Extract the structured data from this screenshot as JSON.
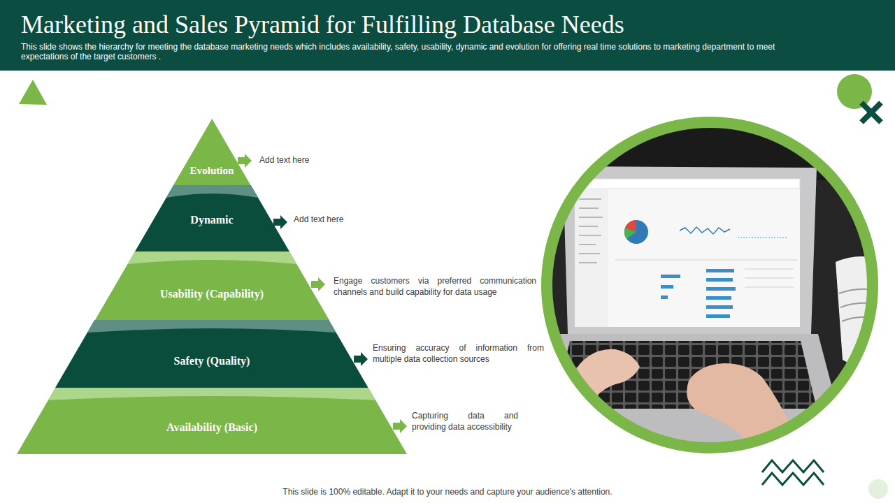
{
  "diagram": {
    "title": "Marketing and Sales Pyramid for Fulfilling Database Needs",
    "nodes": [
      {
        "text": [
          "Evolution"
        ]
      },
      {
        "text": [
          "Dynamic"
        ]
      },
      {
        "text": [
          "Usability (Capability)"
        ]
      },
      {
        "text": [
          "Safety (Quality)"
        ]
      },
      {
        "text": [
          "Availability (Basic)"
        ]
      }
    ],
    "edges": [],
    "labels": [
      "This slide shows the hierarchy for meeting the database marketing needs which includes availability, safety, usability, dynamic and evolution for offering real time solutions to marketing department to meet expectations of the target customers .",
      "Add text here",
      "Add text here",
      "Engage customers via preferred communication channels and build capability for data usage",
      "Ensuring accuracy of information from multiple data collection sources",
      "Capturing data and providing data accessibility",
      "This slide is 100% editable. Adapt it to your needs and capture your audience's attention."
    ]
  }
}
